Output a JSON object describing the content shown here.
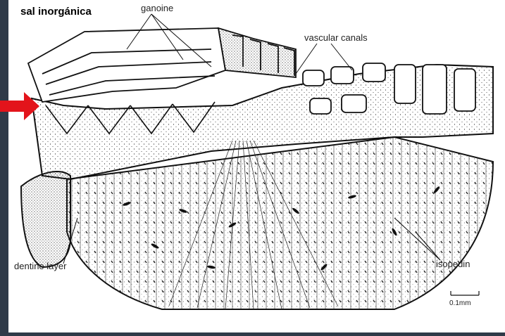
{
  "slide": {
    "background_color": "#2f3a48",
    "panel_color": "#ffffff",
    "arrow_color": "#e3141b"
  },
  "diagram": {
    "title": "sal inorgánica",
    "labels": {
      "ganoine": "ganoine",
      "vascular_canals": "vascular canals",
      "dentine_layer": "dentine layer",
      "isopedin": "isopedin",
      "scale_bar": "0.1mm"
    }
  }
}
